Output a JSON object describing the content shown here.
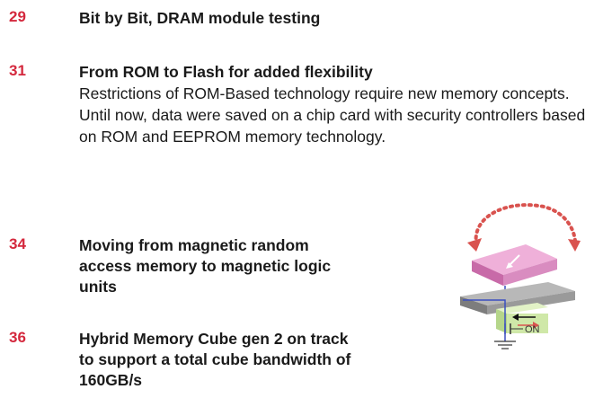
{
  "entries": [
    {
      "page": "29",
      "title": "Bit by Bit, DRAM module testing",
      "description": ""
    },
    {
      "page": "31",
      "title": "From ROM to Flash for added flexibility",
      "description": "Restrictions of ROM-Based technology require new memory concepts. Until now, data were saved on a chip card with security controllers based on ROM and EEPROM memory technology."
    },
    {
      "page": "34",
      "title": "Moving from magnetic random access memory to magnetic logic units",
      "description": ""
    },
    {
      "page": "36",
      "title": "Hybrid Memory Cube gen 2 on track to support a total cube bandwidth of 160GB/s",
      "description": ""
    }
  ],
  "illustration": {
    "on_label": "ON",
    "colors": {
      "page_number": "#d4283d",
      "arrow_dotted": "#d9534f",
      "top_layer": "#e58fc7",
      "gray_layer": "#9a9a9a",
      "green_block": "#cfe8a8",
      "wire": "#3b4fbf"
    }
  }
}
